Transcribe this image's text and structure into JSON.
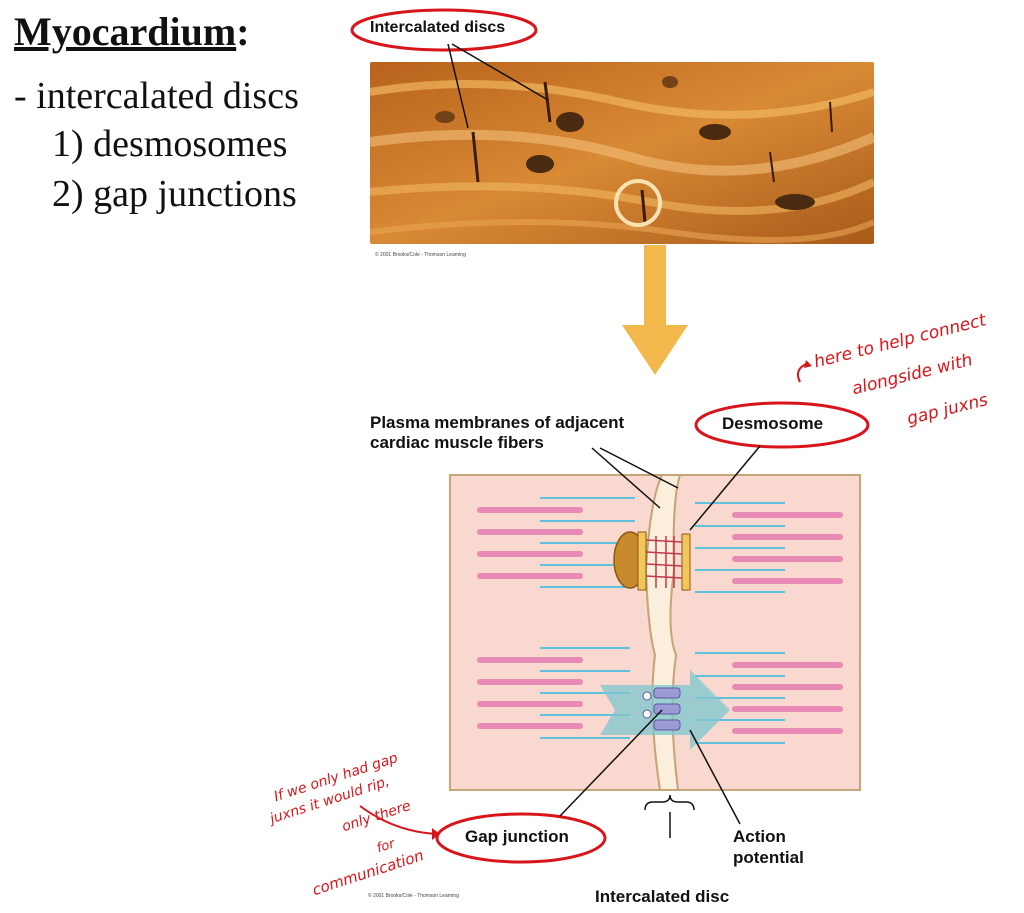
{
  "title": {
    "text": "Myocardium",
    "suffix": ":"
  },
  "bullets": {
    "main": "- intercalated discs",
    "sub1": "1) desmosomes",
    "sub2": "2) gap junctions"
  },
  "micrograph": {
    "label": "Intercalated discs",
    "credit": "© 2001 Brooks/Cole - Thomson Learning"
  },
  "diagram": {
    "label_membranes_line1": "Plasma membranes of adjacent",
    "label_membranes_line2": "cardiac muscle fibers",
    "label_desmosome": "Desmosome",
    "label_gap_junction": "Gap junction",
    "label_action_line1": "Action",
    "label_action_line2": "potential",
    "label_intercalated_disc": "Intercalated disc",
    "credit": "© 2001 Brooks/Cole - Thomson Learning"
  },
  "annotations": {
    "note_right_line1": "here to help connect",
    "note_right_line2": "alongside with",
    "note_right_line3": "gap juxns",
    "note_left_line1": "If we only had gap",
    "note_left_line2": "juxns it would rip,",
    "note_left_line3": "only there",
    "note_left_line4": "for",
    "note_left_line5": "communication"
  },
  "colors": {
    "annotation_red": "#d9151b",
    "arrow_orange": "#f3b84b",
    "cell_pink": "#f8d8cf",
    "membrane_tan": "#e8c99b",
    "myofibril_pink": "#e78ab4",
    "filament_blue": "#5fc1dc",
    "desmosome_brown": "#c98a2b",
    "gap_purple": "#9c9ad4",
    "ap_arrow": "#7cc7cf"
  }
}
